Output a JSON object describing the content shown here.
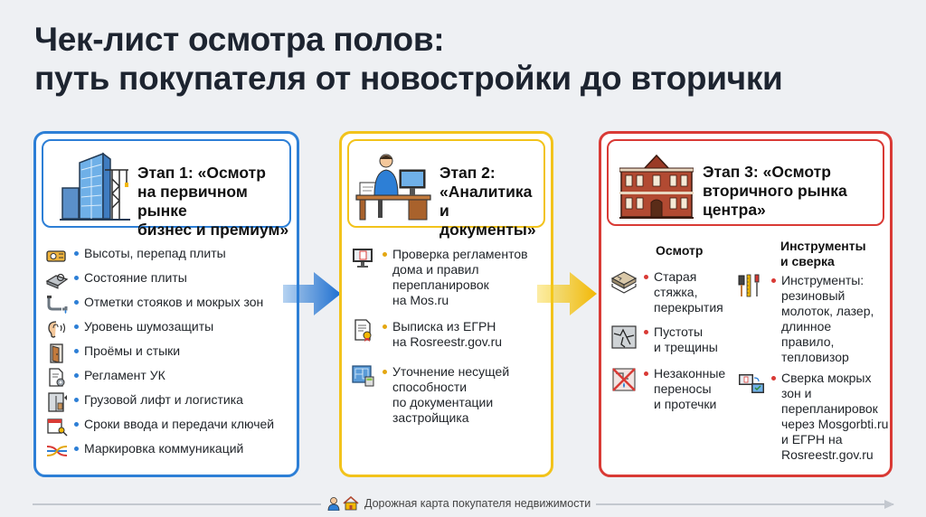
{
  "title": {
    "line1": "Чек-лист осмотра полов:",
    "line2": "путь покупателя от новостройки до вторички"
  },
  "stage1": {
    "title_lines": [
      "Этап 1: «Осмотр",
      "на первичном рынке",
      "бизнес и премиум»"
    ],
    "header_icon": "skyscraper-icon",
    "items": [
      {
        "icon": "level-ruler-icon",
        "label": "Высоты, перепад плиты"
      },
      {
        "icon": "slab-icon",
        "label": "Состояние плиты"
      },
      {
        "icon": "pipes-icon",
        "label": "Отметки стояков и мокрых зон"
      },
      {
        "icon": "ear-icon",
        "label": "Уровень шумозащиты"
      },
      {
        "icon": "door-icon",
        "label": "Проёмы и стыки"
      },
      {
        "icon": "document-gear-icon",
        "label": "Регламент УК"
      },
      {
        "icon": "elevator-icon",
        "label": "Грузовой лифт и логистика"
      },
      {
        "icon": "calendar-key-icon",
        "label": "Сроки ввода и передачи ключей"
      },
      {
        "icon": "cables-icon",
        "label": "Маркировка коммуникаций"
      }
    ]
  },
  "stage2": {
    "title_lines": [
      "Этап 2:",
      "«Аналитика",
      "и документы»"
    ],
    "header_icon": "analyst-desk-icon",
    "items": [
      {
        "icon": "monitor-document-icon",
        "lines": [
          "Проверка регламентов",
          "дома и правил",
          "перепланировок",
          "на Mos.ru"
        ]
      },
      {
        "icon": "certificate-icon",
        "lines": [
          "Выписка из ЕГРН",
          "на Rosreestr.gov.ru"
        ]
      },
      {
        "icon": "blueprint-icon",
        "lines": [
          "Уточнение несущей",
          "способности",
          "по документации",
          "застройщика"
        ]
      }
    ]
  },
  "stage3": {
    "title_lines": [
      "Этап 3: «Осмотр",
      "вторичного рынка",
      "центра»"
    ],
    "header_icon": "historic-building-icon",
    "col_inspect": "Осмотр",
    "col_tools_lines": [
      "Инструменты",
      "и сверка"
    ],
    "inspect_items": [
      {
        "icon": "screed-layers-icon",
        "lines": [
          "Старая",
          "стяжка,",
          "перекрытия"
        ]
      },
      {
        "icon": "cracked-floor-icon",
        "lines": [
          "Пустоты",
          "и трещины"
        ]
      },
      {
        "icon": "leak-crossed-icon",
        "lines": [
          "Незаконные",
          "переносы",
          "и протечки"
        ]
      }
    ],
    "tool_items": [
      {
        "icon": "tools-icon",
        "lines": [
          "Инструменты:",
          "резиновый",
          "молоток, лазер,",
          "длинное",
          "правило,",
          "тепловизор"
        ]
      },
      {
        "icon": "computer-check-icon",
        "lines": [
          "Сверка мокрых",
          "зон и",
          "перепланировок",
          "через Mosgorbti.ru",
          "и ЕГРН на",
          "Rosreestr.gov.ru"
        ]
      }
    ]
  },
  "footer": {
    "icons": [
      "person-icon",
      "house-icon"
    ],
    "label": "Дорожная карта покупателя недвижимости"
  },
  "colors": {
    "stage1": "#2d7fd6",
    "stage2": "#f2c31b",
    "stage3": "#d93a35",
    "background": "#eef0f3"
  }
}
